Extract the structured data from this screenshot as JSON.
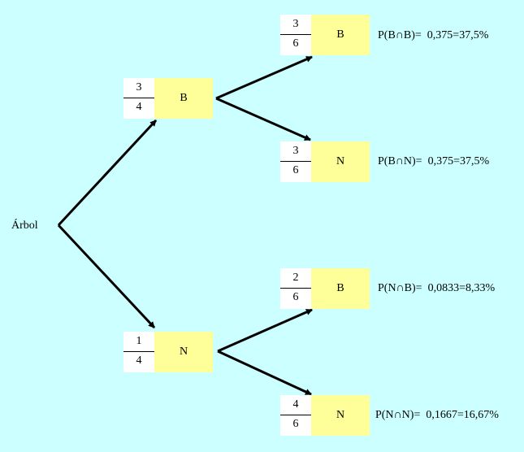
{
  "root_label": "Árbol",
  "level1": [
    {
      "num": "3",
      "den": "4",
      "label": "B"
    },
    {
      "num": "1",
      "den": "4",
      "label": "N"
    }
  ],
  "level2": [
    {
      "num": "3",
      "den": "6",
      "label": "B",
      "prob_label": "P(B∩B)=",
      "prob_value": "0,375=37,5%"
    },
    {
      "num": "3",
      "den": "6",
      "label": "N",
      "prob_label": "P(B∩N)=",
      "prob_value": "0,375=37,5%"
    },
    {
      "num": "2",
      "den": "6",
      "label": "B",
      "prob_label": "P(N∩B)=",
      "prob_value": "0,0833=8,33%"
    },
    {
      "num": "4",
      "den": "6",
      "label": "N",
      "prob_label": "P(N∩N)=",
      "prob_value": "0,1667=16,67%"
    }
  ],
  "colors": {
    "background": "#ccffff",
    "box": "#ffff99",
    "fraction": "#ffffff",
    "line": "#000000"
  }
}
